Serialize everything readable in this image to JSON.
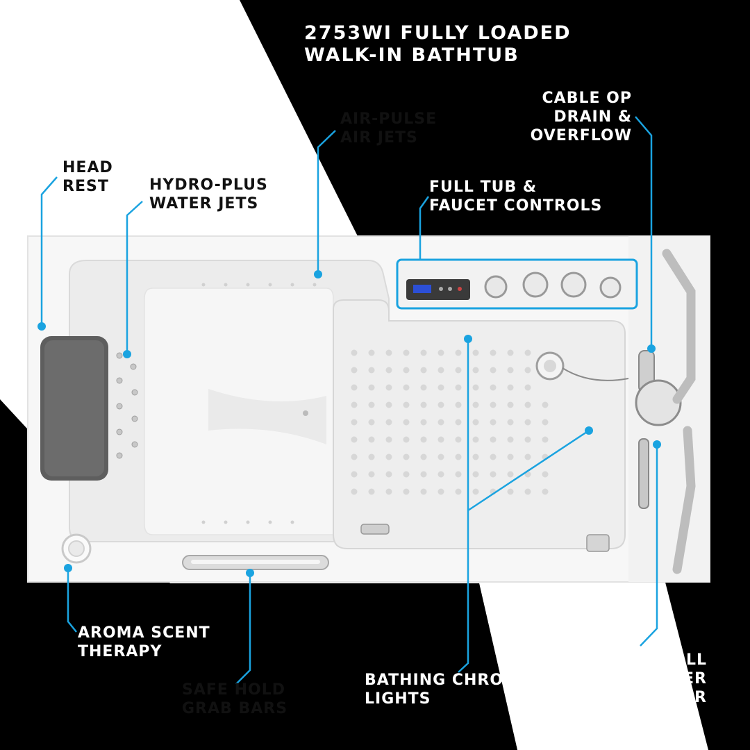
{
  "title": {
    "line1": "2753WI FULLY LOADED",
    "line2": "WALK-IN BATHTUB"
  },
  "callouts": {
    "head_rest": [
      "HEAD",
      "REST"
    ],
    "hydro_plus": [
      "HYDRO-PLUS",
      "WATER JETS"
    ],
    "air_pulse": [
      "AIR-PULSE",
      "AIR JETS"
    ],
    "full_tub": [
      "FULL TUB &",
      "FAUCET CONTROLS"
    ],
    "cable_op": [
      "CABLE OP",
      "DRAIN &",
      "OVERFLOW"
    ],
    "aroma": [
      "AROMA SCENT",
      "THERAPY"
    ],
    "safe_hold": [
      "SAFE HOLD",
      "GRAB BARS"
    ],
    "chroma": [
      "BATHING CHROMA",
      "LIGHTS"
    ],
    "waterfall": [
      "WATERFALL",
      "TUB FILLER",
      "& SPRAYER"
    ]
  },
  "colors": {
    "callout_line": "#1aa3e0",
    "black": "#000000",
    "white": "#ffffff"
  }
}
